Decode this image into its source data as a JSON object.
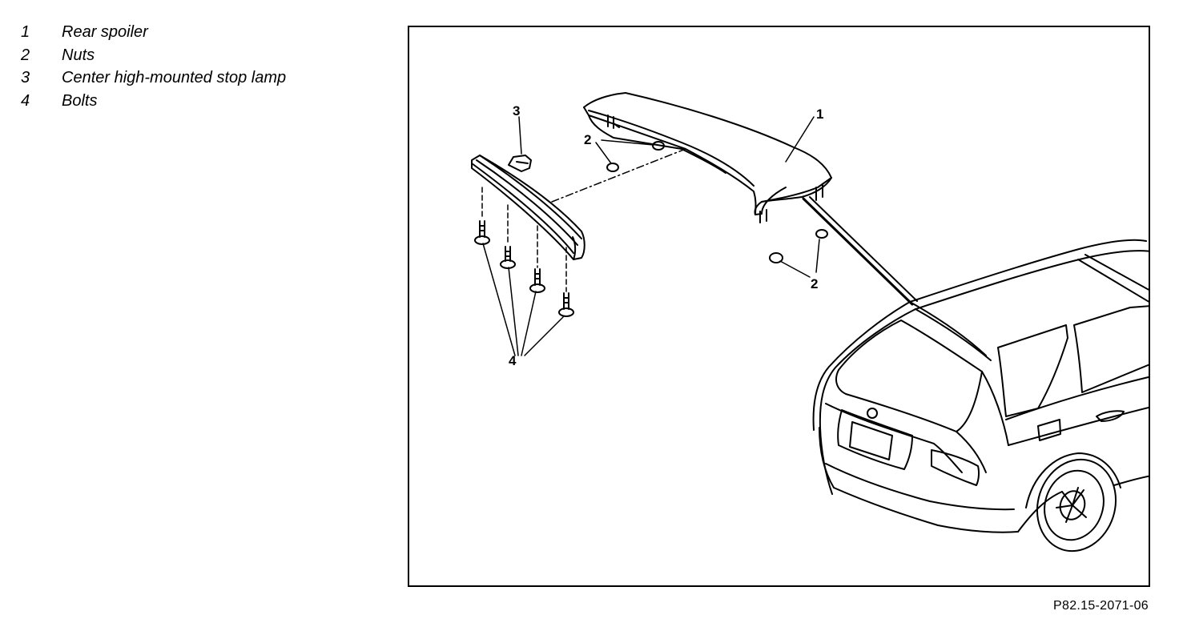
{
  "legend": [
    {
      "num": "1",
      "label": "Rear spoiler"
    },
    {
      "num": "2",
      "label": "Nuts"
    },
    {
      "num": "3",
      "label": "Center high-mounted stop lamp"
    },
    {
      "num": "4",
      "label": "Bolts"
    }
  ],
  "callouts": {
    "spoiler": "1",
    "nuts_upper": "2",
    "nuts_lower": "2",
    "stop_lamp": "3",
    "bolts": "4"
  },
  "figure_id": "P82.15-2071-06"
}
